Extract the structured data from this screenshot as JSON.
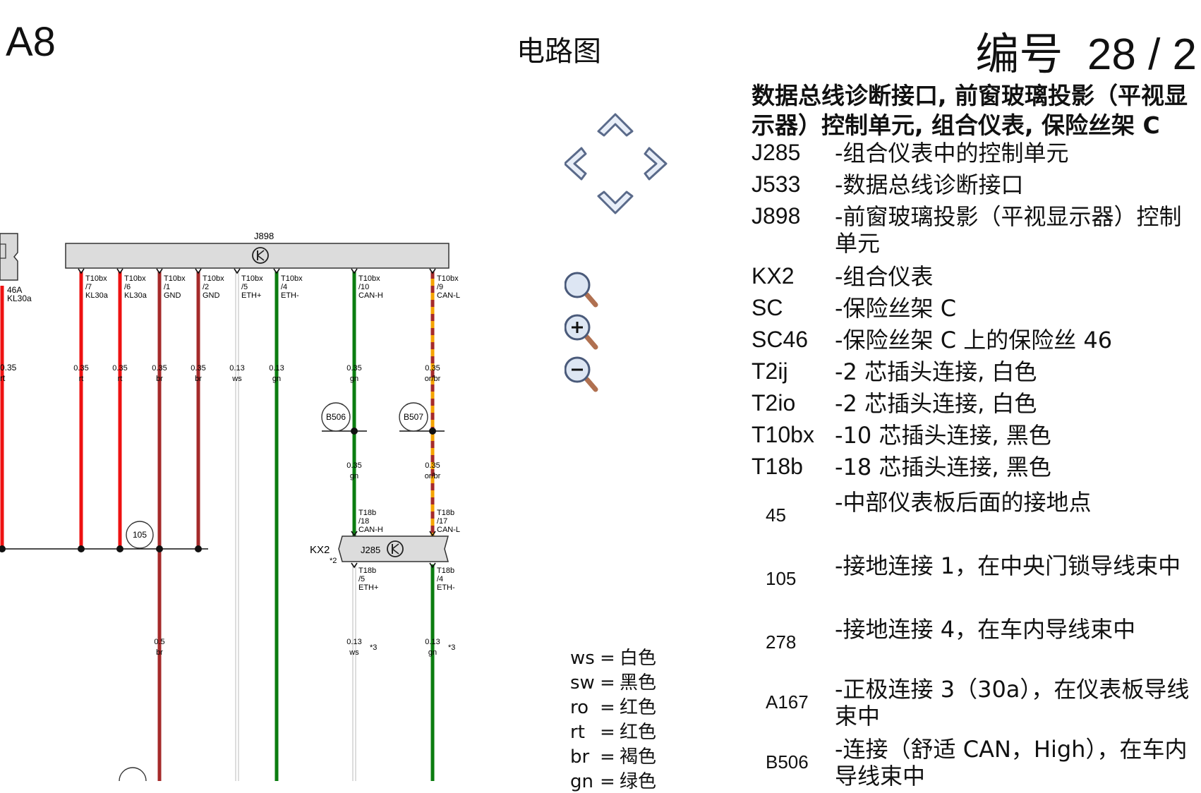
{
  "header": {
    "model": "A8",
    "diagram_type": "电路图",
    "doc_label": "编号",
    "doc_number": "28 / 2"
  },
  "legend": {
    "title": "数据总线诊断接口, 前窗玻璃投影（平视显示器）控制单元, 组合仪表, 保险丝架 C",
    "items": [
      {
        "code": "J285",
        "desc": "-组合仪表中的控制单元"
      },
      {
        "code": "J533",
        "desc": "-数据总线诊断接口"
      },
      {
        "code": "J898",
        "desc": "-前窗玻璃投影（平视显示器）控制单元"
      },
      {
        "code": "KX2",
        "desc": "-组合仪表"
      },
      {
        "code": "SC",
        "desc": "-保险丝架 C"
      },
      {
        "code": "SC46",
        "desc": "-保险丝架 C 上的保险丝 46"
      },
      {
        "code": "T2ij",
        "desc": "-2 芯插头连接, 白色"
      },
      {
        "code": "T2io",
        "desc": "-2 芯插头连接, 白色"
      },
      {
        "code": "T10bx",
        "desc": "-10 芯插头连接, 黑色"
      },
      {
        "code": "T18b",
        "desc": "-18 芯插头连接, 黑色"
      },
      {
        "code": "45",
        "desc": "-中部仪表板后面的接地点"
      },
      {
        "code": "105",
        "desc": "-接地连接 1，在中央门锁导线束中"
      },
      {
        "code": "278",
        "desc": "-接地连接 4，在车内导线束中"
      },
      {
        "code": "A167",
        "desc": "-正极连接 3（30a），在仪表板导线束中"
      },
      {
        "code": "B506",
        "desc": "-连接（舒适 CAN，High），在车内导线束中"
      }
    ]
  },
  "colors_legend": [
    {
      "abbr": "ws",
      "name": "白色"
    },
    {
      "abbr": "sw",
      "name": "黑色"
    },
    {
      "abbr": "ro",
      "name": "红色"
    },
    {
      "abbr": "rt",
      "name": "红色"
    },
    {
      "abbr": "br",
      "name": "褐色"
    },
    {
      "abbr": "gn",
      "name": "绿色"
    }
  ],
  "wire_colors": {
    "rt": "#ee1111",
    "br": "#a52a2a",
    "gn": "#0b7d10",
    "ws": "#cccccc",
    "or": "#f5a300"
  },
  "diagram": {
    "j898_label": "J898",
    "kx2_label": "KX2",
    "kx2_note": "*2",
    "j285_label": "J285",
    "sc_pin": "46A",
    "sc_signal": "KL30a",
    "sc_gauge": "0.35",
    "sc_color": "rt",
    "pins": [
      {
        "conn": "T10bx",
        "pin": "/7",
        "sig": "KL30a",
        "gauge": "0.35",
        "color": "rt"
      },
      {
        "conn": "T10bx",
        "pin": "/6",
        "sig": "KL30a",
        "gauge": "0.35",
        "color": "rt"
      },
      {
        "conn": "T10bx",
        "pin": "/1",
        "sig": "GND",
        "gauge": "0.35",
        "color": "br"
      },
      {
        "conn": "T10bx",
        "pin": "/2",
        "sig": "GND",
        "gauge": "0.35",
        "color": "br"
      },
      {
        "conn": "T10bx",
        "pin": "/5",
        "sig": "ETH+",
        "gauge": "0.13",
        "color": "ws"
      },
      {
        "conn": "T10bx",
        "pin": "/4",
        "sig": "ETH-",
        "gauge": "0.13",
        "color": "gn"
      },
      {
        "conn": "T10bx",
        "pin": "/10",
        "sig": "CAN-H",
        "gauge": "0.35",
        "color": "gn"
      },
      {
        "conn": "T10bx",
        "pin": "/9",
        "sig": "CAN-L",
        "gauge": "0.35",
        "color": "or/br"
      }
    ],
    "splice_b506": "B506",
    "splice_b507": "B507",
    "can_h_gauge_2": "0.35",
    "can_h_color_2": "gn",
    "can_l_gauge_2": "0.35",
    "can_l_color_2": "or/br",
    "ground_105": "105",
    "t18b_18": {
      "conn": "T18b",
      "pin": "/18",
      "sig": "CAN-H"
    },
    "t18b_17": {
      "conn": "T18b",
      "pin": "/17",
      "sig": "CAN-L"
    },
    "t18b_5": {
      "conn": "T18b",
      "pin": "/5",
      "sig": "ETH+"
    },
    "t18b_4": {
      "conn": "T18b",
      "pin": "/4",
      "sig": "ETH-"
    },
    "ground_wire_gauge": "0.5",
    "ground_wire_color": "br",
    "eth_plus_gauge_2": "0.13",
    "eth_plus_color_2": "ws",
    "eth_minus_gauge_2": "0.13",
    "eth_minus_color_2": "gn",
    "note_3": "*3"
  }
}
